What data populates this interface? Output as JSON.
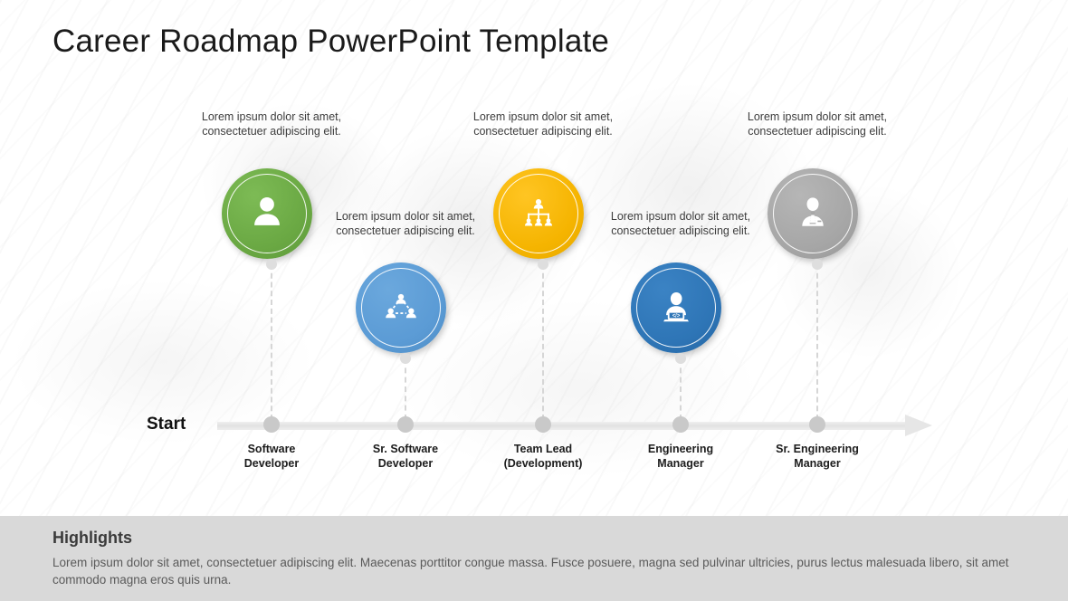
{
  "slide": {
    "title": "Career Roadmap PowerPoint Template",
    "start_label": "Start",
    "colors": {
      "green": "#6aa843",
      "light_blue": "#5b9bd5",
      "yellow": "#f5b400",
      "dark_blue": "#2e75b6",
      "gray": "#a6a6a6",
      "axis": "#e2e2e2",
      "band": "#d9d9d9"
    }
  },
  "milestones": [
    {
      "role": "Software\nDeveloper",
      "role_line1": "Software",
      "role_line2": "Developer",
      "caption": "Lorem ipsum dolor sit amet, consectetuer adipiscing elit.",
      "icon": "person-icon",
      "color": "#6aa843",
      "position": "above"
    },
    {
      "role": "Sr. Software\nDeveloper",
      "role_line1": "Sr. Software",
      "role_line2": "Developer",
      "caption": "Lorem ipsum dolor sit amet, consectetuer adipiscing elit.",
      "icon": "team-network-icon",
      "color": "#5b9bd5",
      "position": "below"
    },
    {
      "role": "Team Lead\n(Development)",
      "role_line1": "Team Lead",
      "role_line2": "(Development)",
      "caption": "Lorem ipsum dolor sit amet, consectetuer adipiscing elit.",
      "icon": "org-chart-icon",
      "color": "#f5b400",
      "position": "above"
    },
    {
      "role": "Engineering\nManager",
      "role_line1": "Engineering",
      "role_line2": "Manager",
      "caption": "Lorem ipsum dolor sit amet, consectetuer adipiscing elit.",
      "icon": "developer-laptop-icon",
      "color": "#2e75b6",
      "position": "below"
    },
    {
      "role": "Sr. Engineering\nManager",
      "role_line1": "Sr. Engineering",
      "role_line2": "Manager",
      "caption": "Lorem ipsum dolor sit amet, consectetuer adipiscing elit.",
      "icon": "manager-tie-icon",
      "color": "#a6a6a6",
      "position": "above"
    }
  ],
  "highlights": {
    "title": "Highlights",
    "body": "Lorem ipsum dolor sit amet, consectetuer adipiscing elit. Maecenas porttitor congue massa. Fusce posuere, magna sed pulvinar ultricies, purus lectus malesuada libero, sit amet commodo magna eros quis urna."
  }
}
